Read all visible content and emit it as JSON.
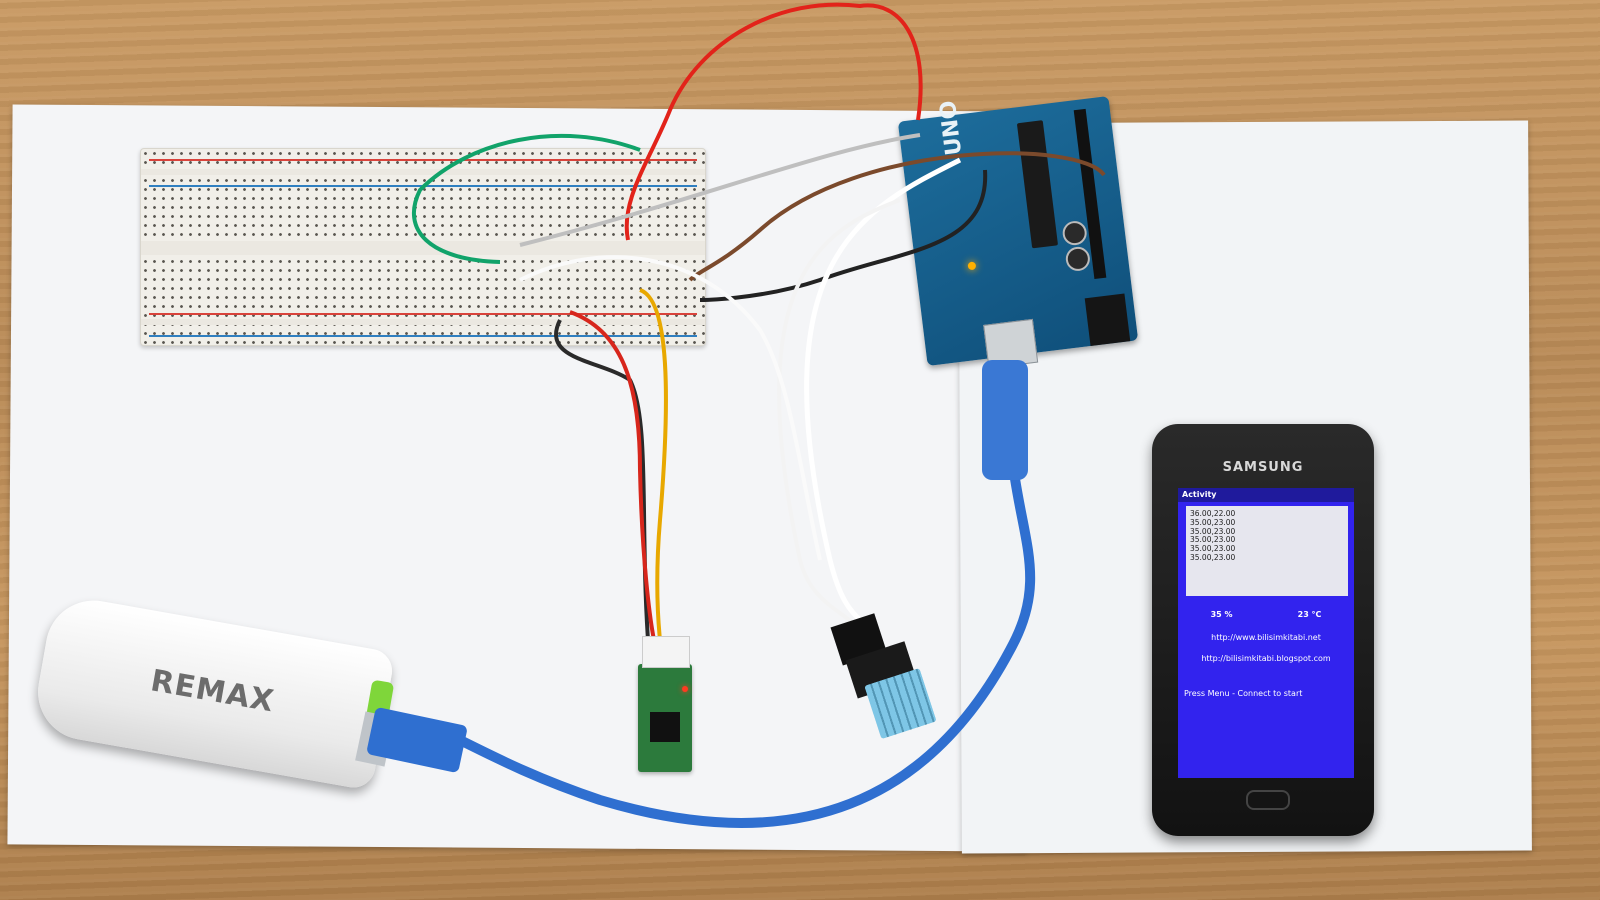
{
  "scene": {
    "powerbank_brand": "REMAX",
    "phone_brand": "SAMSUNG",
    "arduino_label": "UNO"
  },
  "phone_app": {
    "title": "Activity",
    "log_lines": [
      "36.00,22.00",
      "35.00,23.00",
      "35.00,23.00",
      "35.00,23.00",
      "35.00,23.00",
      "35.00,23.00"
    ],
    "humidity": "35 %",
    "temperature": "23 °C",
    "link1": "http://www.bilisimkitabi.net",
    "link2": "http://bilisimkitabi.blogspot.com",
    "status": "Press Menu - Connect to start"
  },
  "colors": {
    "screen_bg": "#3223ee",
    "usb_cable": "#2f6fd0",
    "arduino_board": "#1d6d9c"
  }
}
